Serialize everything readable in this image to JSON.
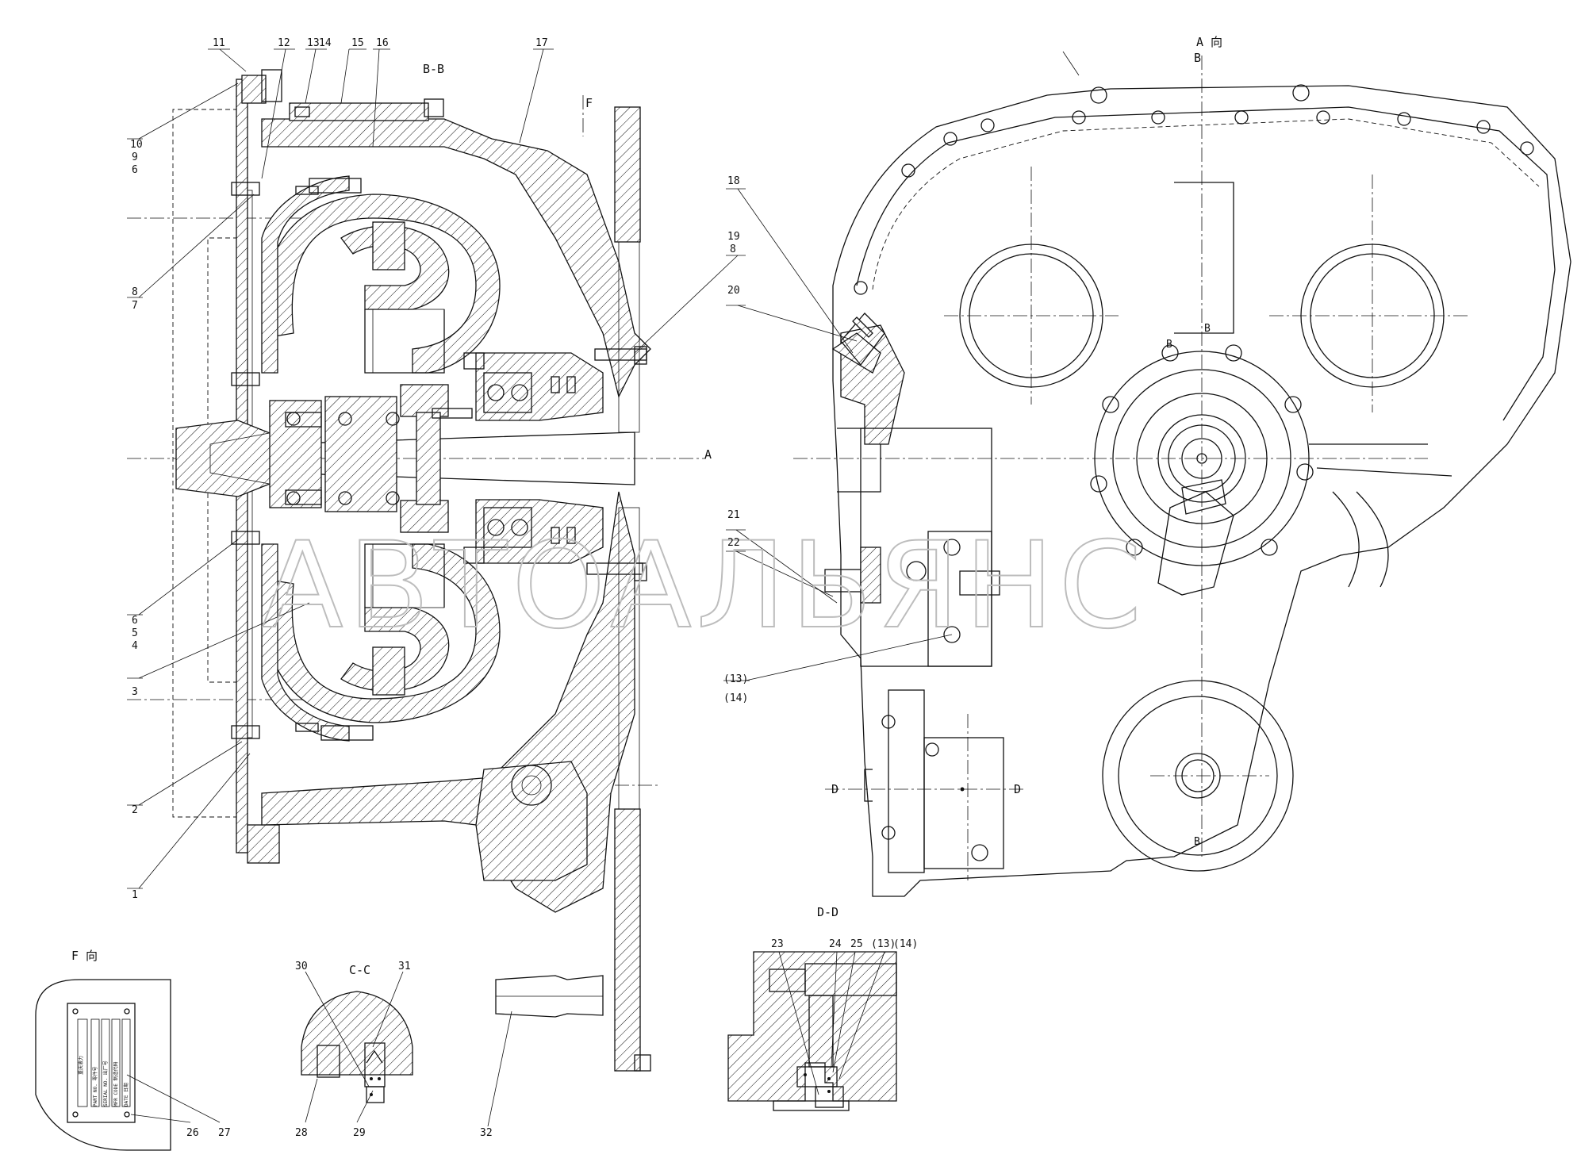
{
  "watermark": "АВТОАЛЬЯНС",
  "section_labels": {
    "bb": "B-B",
    "f_view_arrow": "F",
    "a_view": "A 向",
    "b_top": "B",
    "a_arrow": "A",
    "d_left": "D",
    "d_right": "D",
    "dd": "D-D",
    "cc": "C-C",
    "f_view": "F 向",
    "b_small_1": "B",
    "b_small_2": "B",
    "b_small_3": "B"
  },
  "callouts": {
    "c1": "1",
    "c2": "2",
    "c3": "3",
    "c4": "4",
    "c5": "5",
    "c6": "6",
    "c7": "7",
    "c8": "8",
    "c9": "9",
    "c10": "10",
    "c6b": "6",
    "c11": "11",
    "c12": "12",
    "c13": "13",
    "c14": "14",
    "c15": "15",
    "c16": "16",
    "c17": "17",
    "c18": "18",
    "c19": "19",
    "c8b": "8",
    "c20": "20",
    "c21": "21",
    "c22": "22",
    "c13b": "(13)",
    "c14b": "(14)",
    "c23": "23",
    "c24": "24",
    "c25": "25",
    "c13c": "(13)",
    "c14c": "(14)",
    "c26": "26",
    "c27": "27",
    "c28": "28",
    "c29": "29",
    "c30": "30",
    "c31": "31",
    "c32": "32"
  },
  "nameplate": {
    "brand": "重庆液力",
    "rows": [
      "PART NO. 零件号",
      "SERIAL NO. 出厂号",
      "MFR CODE 制造代码",
      "DATE 日期"
    ]
  }
}
